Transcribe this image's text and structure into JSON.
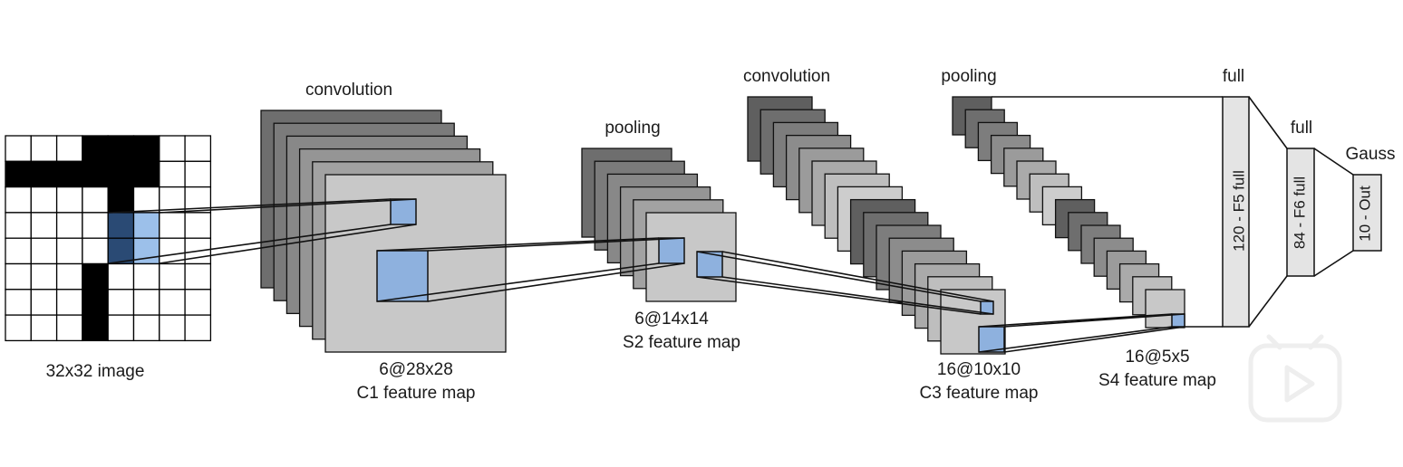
{
  "colors": {
    "pixel_black": "#000000",
    "pixel_white": "#ffffff",
    "receptive_dark": "#2a4a74",
    "receptive_light": "#9cc0ea",
    "highlight": "#8eb1de",
    "map_fill": "#c8c8c8",
    "layer_fill": "#e4e4e4",
    "stroke": "#111111"
  },
  "input": {
    "label": "32x32 image",
    "grid": [
      [
        0,
        0,
        0,
        1,
        1,
        1,
        0,
        0
      ],
      [
        1,
        1,
        1,
        1,
        1,
        1,
        0,
        0
      ],
      [
        0,
        0,
        0,
        0,
        1,
        0,
        0,
        0
      ],
      [
        0,
        0,
        0,
        0,
        2,
        3,
        0,
        0
      ],
      [
        0,
        0,
        0,
        0,
        2,
        3,
        0,
        0
      ],
      [
        0,
        0,
        0,
        1,
        0,
        0,
        0,
        0
      ],
      [
        0,
        0,
        0,
        1,
        0,
        0,
        0,
        0
      ],
      [
        0,
        0,
        0,
        1,
        0,
        0,
        0,
        0
      ]
    ]
  },
  "stages": {
    "c1": {
      "op": "convolution",
      "line1": "6@28x28",
      "line2": "C1 feature map"
    },
    "s2": {
      "op": "pooling",
      "line1": "6@14x14",
      "line2": "S2 feature map"
    },
    "c3": {
      "op": "convolution",
      "line1": "16@10x10",
      "line2": "C3 feature map"
    },
    "s4": {
      "op": "pooling",
      "line1": "16@5x5",
      "line2": "S4 feature map"
    },
    "f5": {
      "op": "full",
      "label": "120 - F5 full"
    },
    "f6": {
      "op": "full",
      "label": "84 - F6 full"
    },
    "out": {
      "op": "Gauss",
      "label": "10 - Out"
    }
  },
  "overlay": {
    "icon": "play-icon"
  }
}
